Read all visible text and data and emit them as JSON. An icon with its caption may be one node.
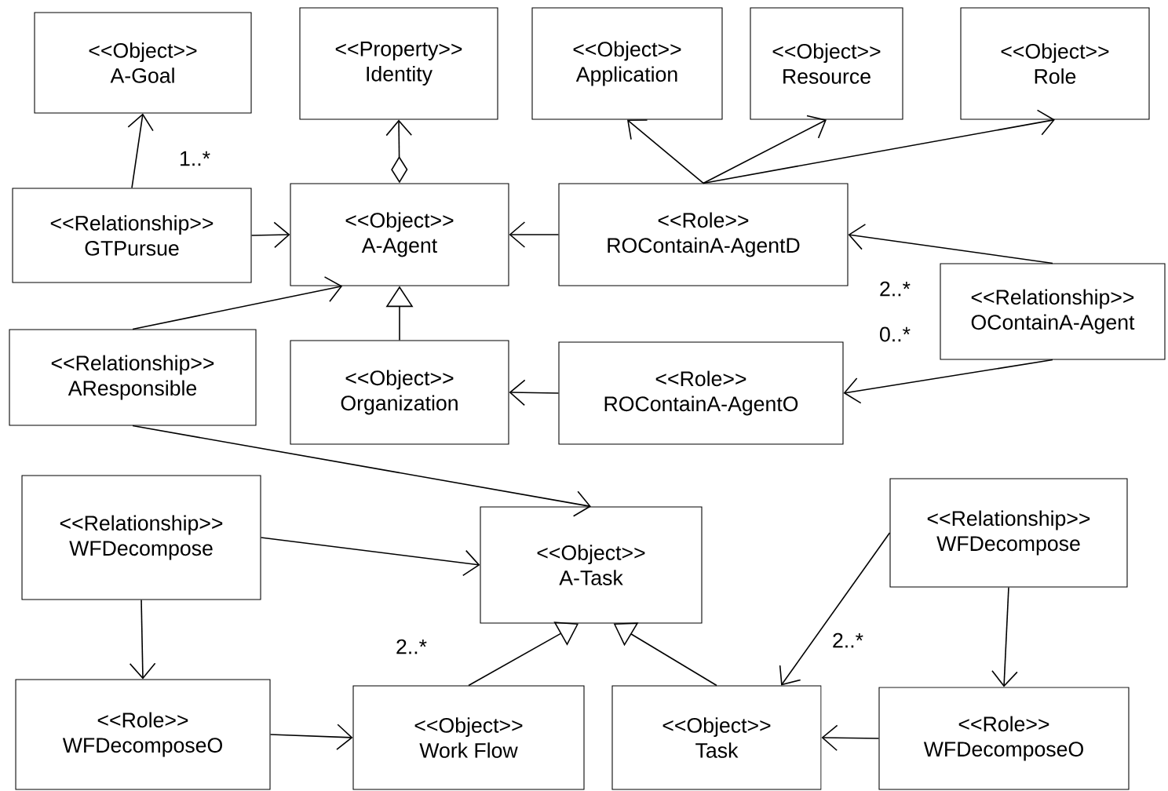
{
  "diagram": {
    "nodes": [
      {
        "text": [
          "<<Object>>",
          "A-Goal"
        ]
      },
      {
        "text": [
          "<<Property>>",
          "Identity"
        ]
      },
      {
        "text": [
          "<<Object>>",
          "Application"
        ]
      },
      {
        "text": [
          "<<Object>>",
          "Resource"
        ]
      },
      {
        "text": [
          "<<Object>>",
          "Role"
        ]
      },
      {
        "text": [
          "<<Relationship>>",
          "GTPursue"
        ]
      },
      {
        "text": [
          "<<Object>>",
          "A-Agent"
        ]
      },
      {
        "text": [
          "<<Role>>",
          "ROContainA-AgentD"
        ]
      },
      {
        "text": [
          "<<Relationship>>",
          "OContainA-Agent"
        ]
      },
      {
        "text": [
          "<<Relationship>>",
          "AResponsible"
        ]
      },
      {
        "text": [
          "<<Object>>",
          "Organization"
        ]
      },
      {
        "text": [
          "<<Role>>",
          "ROContainA-AgentO"
        ]
      },
      {
        "text": [
          "<<Relationship>>",
          "WFDecompose"
        ]
      },
      {
        "text": [
          "<<Object>>",
          "A-Task"
        ]
      },
      {
        "text": [
          "<<Relationship>>",
          "WFDecompose"
        ]
      },
      {
        "text": [
          "<<Role>>",
          "WFDecomposeO"
        ]
      },
      {
        "text": [
          "<<Object>>",
          "Work Flow"
        ]
      },
      {
        "text": [
          "<<Object>>",
          "Task"
        ]
      },
      {
        "text": [
          "<<Role>>",
          "WFDecomposeO"
        ]
      }
    ],
    "edges": [
      {
        "from": 5,
        "to": 0,
        "arrow": "to",
        "label": "1..*"
      },
      {
        "from": 6,
        "to": 1,
        "arrow": "to"
      },
      {
        "from": 5,
        "to": 6,
        "arrow": "to"
      },
      {
        "from": 9,
        "to": 6,
        "arrow": "to"
      },
      {
        "from": 7,
        "to": 6,
        "arrow": "to"
      },
      {
        "from": 7,
        "to": 2,
        "arrow": "to"
      },
      {
        "from": 7,
        "to": 3,
        "arrow": "to"
      },
      {
        "from": 7,
        "to": 4,
        "arrow": "to"
      },
      {
        "from": 8,
        "to": 7,
        "arrow": "to",
        "label": "2..*"
      },
      {
        "from": 8,
        "to": 11,
        "arrow": "to",
        "label": "0..*"
      },
      {
        "from": 10,
        "to": 6,
        "arrow": "to"
      },
      {
        "from": 11,
        "to": 10,
        "arrow": "to"
      },
      {
        "from": 9,
        "to": 13,
        "arrow": "to"
      },
      {
        "from": 12,
        "to": 13,
        "arrow": "to",
        "label": "2..*"
      },
      {
        "from": 12,
        "to": 15,
        "arrow": "to"
      },
      {
        "from": 16,
        "to": 13,
        "arrow": "to"
      },
      {
        "from": 17,
        "to": 13,
        "arrow": "to"
      },
      {
        "from": 15,
        "to": 16,
        "arrow": "to"
      },
      {
        "from": 14,
        "to": 17,
        "arrow": "to",
        "label": "2..*"
      },
      {
        "from": 14,
        "to": 18,
        "arrow": "to"
      },
      {
        "from": 18,
        "to": 17,
        "arrow": "to"
      }
    ]
  }
}
